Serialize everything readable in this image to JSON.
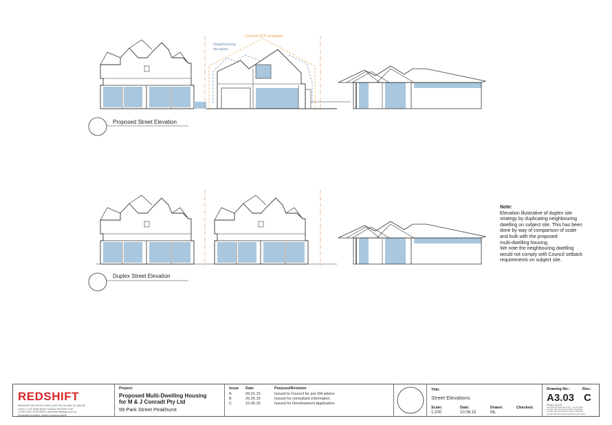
{
  "drawing": {
    "annotations": {
      "neighbouring_elevation": [
        "Neighbouring",
        "elevation"
      ],
      "council_envelope": "Council DCP envelope"
    },
    "elevations": [
      {
        "title": "Proposed Street Elevation"
      },
      {
        "title": "Duplex Street Elevation"
      }
    ]
  },
  "note": {
    "heading": "Note:",
    "lines": [
      "Elevation illustrative of duplex site",
      "strategy by duplicating neighbouring",
      "dwelling on subject site. This has been",
      "done by way of comparison of scale",
      "and bulk with the proposed",
      "multi-dwelling housing.",
      "We note the neighbouring dwelling",
      "would not comply with Council setback",
      "requirements on subject site."
    ]
  },
  "title_block": {
    "firm": {
      "logo": "REDSHIFT",
      "details": [
        "REDSHIFT ARCHITECTURE & ART Pty Ltd  ABN 111 506 287",
        "Level 1 / 142 Smith Street Summer Hill NSW 2130",
        "t 9799 7024  f 9799 8063  e admin@redshiftaa.com.au",
        "Nominated Architect: Angelo Kanavas #6426"
      ]
    },
    "project": {
      "label": "Project:",
      "name_lines": [
        "Proposed Multi-Dwelling Housing",
        "for M & J Conradt Pty Ltd"
      ],
      "address": "59 Park Street Peakhurst"
    },
    "issues": {
      "headers": {
        "issue": "Issue",
        "date": "Date",
        "purpose": "Purpose/Revision"
      },
      "rows": [
        {
          "issue": "A",
          "date": "09.01.15",
          "purpose": "Issued to Council for pre-DA advice"
        },
        {
          "issue": "B",
          "date": "25.05.15",
          "purpose": "Issued for consultant information"
        },
        {
          "issue": "C",
          "date": "10.06.15",
          "purpose": "Issued for Development Application"
        }
      ]
    },
    "title": {
      "label": "Title:",
      "value": "Street Elevations"
    },
    "fields": {
      "scale": {
        "label": "Scale:",
        "value": "1:200"
      },
      "date": {
        "label": "Date:",
        "value": "10.06.15"
      },
      "drawn": {
        "label": "Drawn:",
        "value": "ML"
      },
      "checked": {
        "label": "Checked:",
        "value": ""
      }
    },
    "drawing_no": {
      "label": "Drawing No.:",
      "value": "A3.03",
      "sub": "Printed: (A3:25)"
    },
    "rev": {
      "label": "Rev.:",
      "value": "C"
    },
    "small_notes": [
      "Use figured dimensions only - do not scale",
      "Comply with relevant Australian Standards",
      "Comply with the Building Code of Australia",
      "Comply with all relevant legislation and codes"
    ]
  },
  "colors": {
    "glazing": "#a9c7de",
    "envelope": "#e0a14a",
    "neighbour": "#6b8fb6",
    "logo": "#d62828",
    "line": "#333333"
  }
}
